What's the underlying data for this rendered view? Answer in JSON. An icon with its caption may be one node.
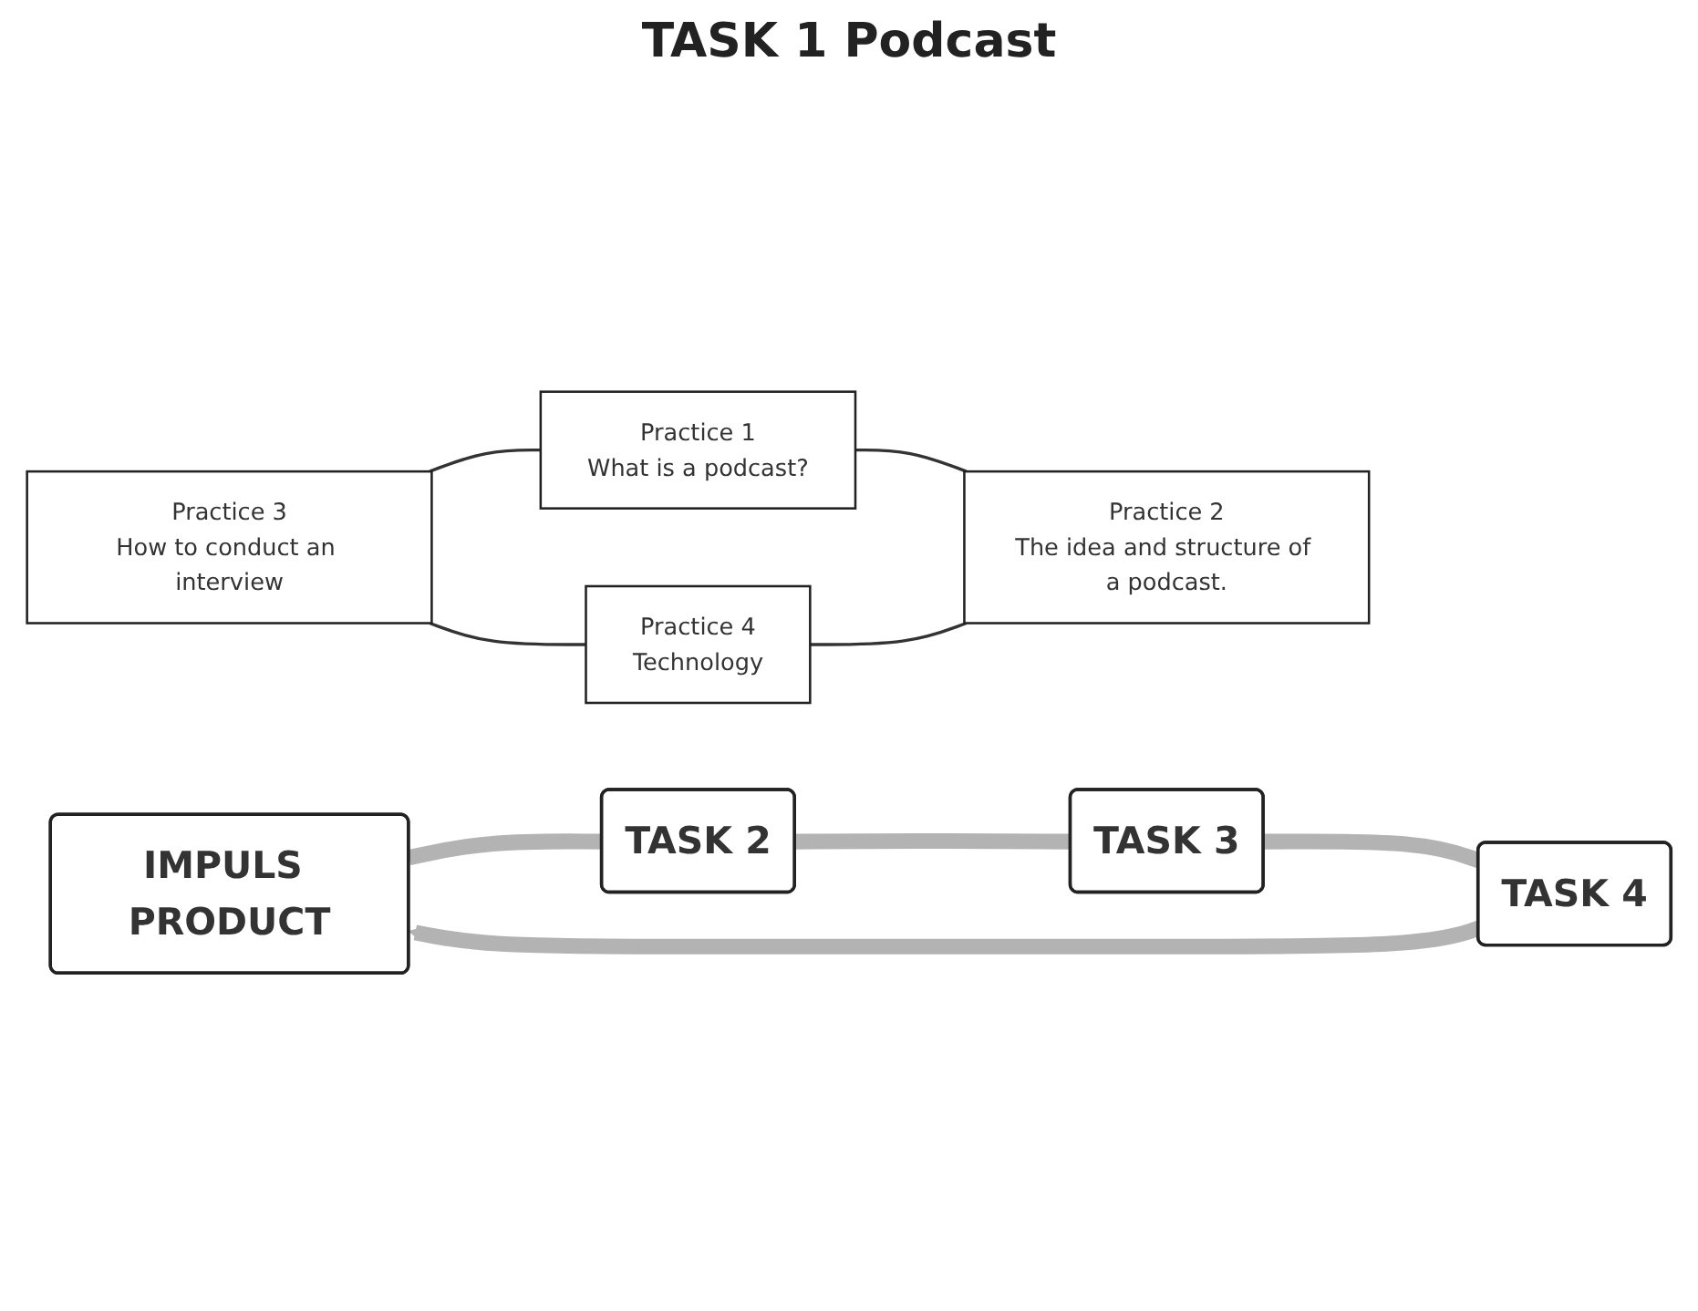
{
  "diagram": {
    "nodes": [
      {
        "text": [
          "IMPULS PRODUCT"
        ]
      },
      {
        "text": [
          "Practice 3",
          "How to conduct an interview"
        ]
      },
      {
        "text": [
          "Practice 1",
          "What is a podcast?"
        ]
      },
      {
        "text": [
          "TASK 4"
        ]
      },
      {
        "text": [
          "Practice 4",
          "Technology"
        ]
      },
      {
        "text": [
          "Practice 2",
          "The idea and structure of a podcast."
        ]
      },
      {
        "text": [
          "TASK 3"
        ]
      },
      {
        "text": [
          "TASK 2"
        ]
      }
    ],
    "edges": [
      {
        "from": 0,
        "to": 7,
        "arrow": "none",
        "style": "thick",
        "color": "#b3b3b3"
      },
      {
        "from": 7,
        "to": 6,
        "arrow": "none",
        "style": "thick",
        "color": "#b3b3b3"
      },
      {
        "from": 6,
        "to": 3,
        "arrow": "none",
        "style": "thick",
        "color": "#b3b3b3"
      },
      {
        "from": 3,
        "to": 0,
        "arrow": "to",
        "style": "thick",
        "color": "#b3b3b3"
      },
      {
        "from": 1,
        "to": 2,
        "arrow": "none",
        "color": "#333333"
      },
      {
        "from": 1,
        "to": 4,
        "arrow": "none",
        "color": "#333333"
      },
      {
        "from": 2,
        "to": 5,
        "arrow": "none",
        "color": "#333333"
      },
      {
        "from": 4,
        "to": 5,
        "arrow": "none",
        "color": "#333333"
      }
    ],
    "labels": [
      "TASK 1 Podcast"
    ]
  }
}
